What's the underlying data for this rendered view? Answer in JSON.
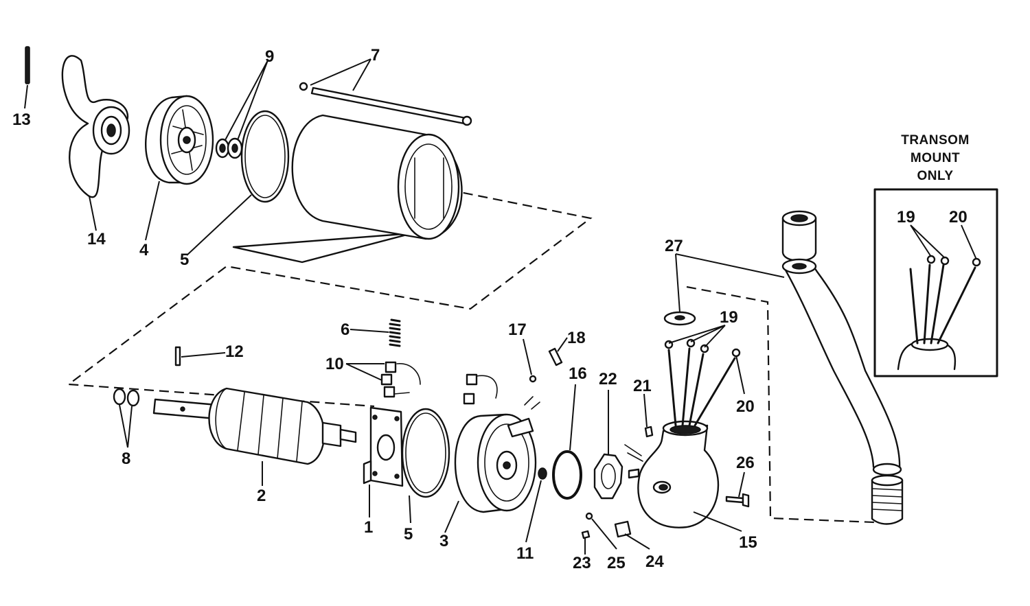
{
  "inset": {
    "title_lines": [
      "TRANSOM",
      "MOUNT",
      "ONLY"
    ]
  },
  "callouts": {
    "c13": "13",
    "c14": "14",
    "c4": "4",
    "c9": "9",
    "c7": "7",
    "c5a": "5",
    "c12": "12",
    "c6": "6",
    "c10": "10",
    "c8": "8",
    "c2": "2",
    "c1": "1",
    "c5b": "5",
    "c3": "3",
    "c17": "17",
    "c18": "18",
    "c16": "16",
    "c11": "11",
    "c22": "22",
    "c21": "21",
    "c27": "27",
    "c19a": "19",
    "c20a": "20",
    "c26": "26",
    "c15": "15",
    "c23": "23",
    "c25": "25",
    "c24": "24",
    "c19b": "19",
    "c20b": "20"
  }
}
